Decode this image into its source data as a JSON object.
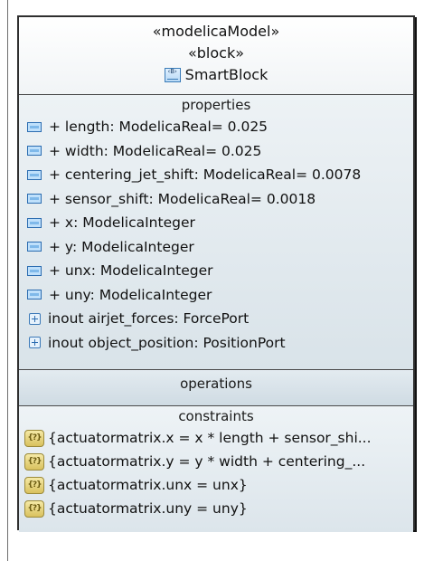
{
  "header": {
    "stereotype1": "«modelicaModel»",
    "stereotype2": "«block»",
    "block_icon_text": "‹B›",
    "name": "SmartBlock"
  },
  "properties": {
    "title": "properties",
    "items": [
      {
        "icon": "property-icon",
        "text": "+ length: ModelicaReal= 0.025"
      },
      {
        "icon": "property-icon",
        "text": "+ width: ModelicaReal= 0.025"
      },
      {
        "icon": "property-icon",
        "text": "+ centering_jet_shift: ModelicaReal= 0.0078"
      },
      {
        "icon": "property-icon",
        "text": "+ sensor_shift: ModelicaReal= 0.0018"
      },
      {
        "icon": "property-icon",
        "text": "+ x: ModelicaInteger"
      },
      {
        "icon": "property-icon",
        "text": "+ y: ModelicaInteger"
      },
      {
        "icon": "property-icon",
        "text": "+ unx: ModelicaInteger"
      },
      {
        "icon": "property-icon",
        "text": "+ uny: ModelicaInteger"
      },
      {
        "icon": "port-icon",
        "text": "inout airjet_forces: ForcePort"
      },
      {
        "icon": "port-icon",
        "text": "inout object_position: PositionPort"
      }
    ]
  },
  "operations": {
    "title": "operations"
  },
  "constraints": {
    "title": "constraints",
    "icon_text": "{?}",
    "items": [
      "{actuatormatrix.x = x * length + sensor_shi...",
      "{actuatormatrix.y = y * width + centering_...",
      "{actuatormatrix.unx = unx}",
      "{actuatormatrix.uny = uny}"
    ]
  }
}
